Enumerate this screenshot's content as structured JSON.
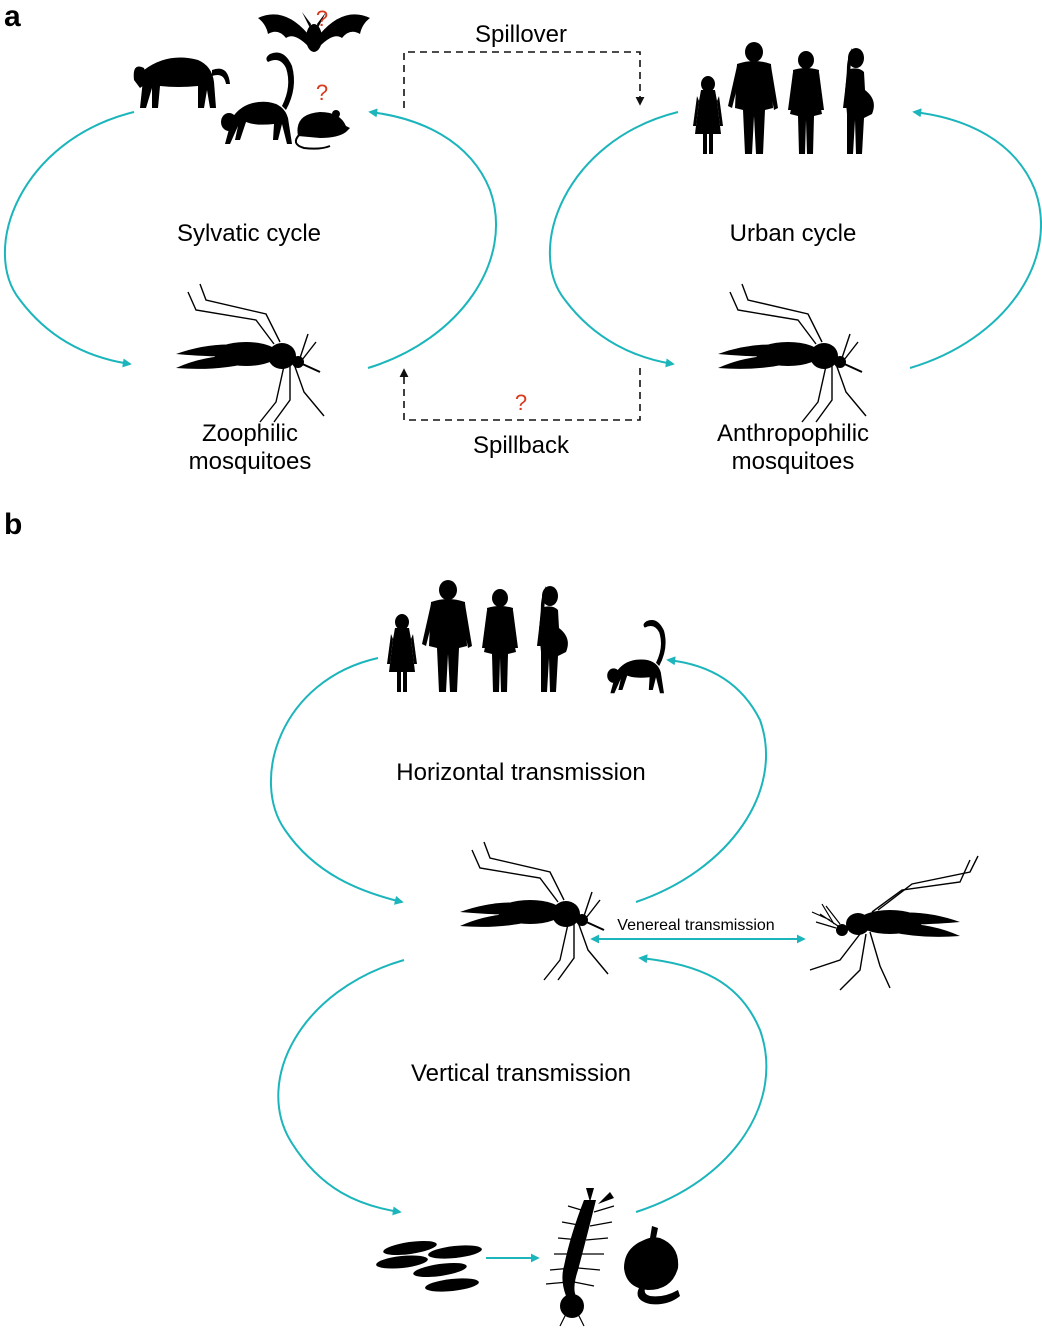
{
  "colors": {
    "cycle_arrow": "#1bb5bb",
    "dashed_arrow": "#111111",
    "question": "#d93a1d",
    "silhouette": "#000000"
  },
  "panel_a": {
    "label": "a",
    "spillover": "Spillover",
    "spillback": "Spillback",
    "question_mark": "?",
    "sylvatic_cycle": "Sylvatic cycle",
    "urban_cycle": "Urban cycle",
    "zoophilic_line1": "Zoophilic",
    "zoophilic_line2": "mosquitoes",
    "anthropophilic_line1": "Anthropophilic",
    "anthropophilic_line2": "mosquitoes",
    "icons": [
      "baboon-icon",
      "monkey-icon",
      "bat-icon",
      "rodent-icon",
      "human-family-icon",
      "mosquito-icon"
    ]
  },
  "panel_b": {
    "label": "b",
    "horizontal": "Horizontal transmission",
    "vertical": "Vertical transmission",
    "venereal": "Venereal transmission",
    "icons": [
      "human-family-icon",
      "monkey-icon",
      "female-mosquito-icon",
      "male-mosquito-icon",
      "eggs-icon",
      "larva-icon",
      "pupa-icon"
    ]
  }
}
